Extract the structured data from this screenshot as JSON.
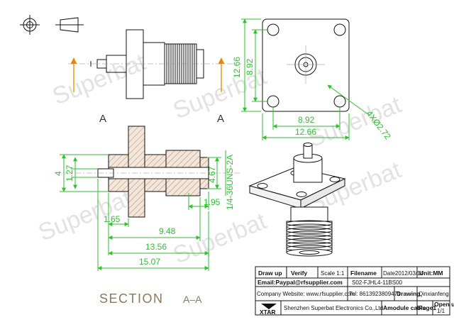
{
  "watermark": "Superbat",
  "section_markers": {
    "left": "A",
    "right": "A"
  },
  "section_title": "SECTION",
  "section_suffix": "A–A",
  "dimensions": {
    "flange_outer": "12.66",
    "hole_spacing": "8.92",
    "hole_callout": "4XØ2.72",
    "width_4": "4",
    "width_127": "1.27",
    "width_467": "4.67",
    "thread": "1/4-36UNS-2A",
    "len_195": "1.95",
    "len_165": "1.65",
    "len_948": "9.48",
    "len_1356": "13.56",
    "len_1507": "15.07"
  },
  "title_block": {
    "row1": [
      "Draw up",
      "Verify",
      "Scale 1:1",
      "Filename",
      "Date2012/03/14",
      "Unit:MM"
    ],
    "email": "Email:Paypal@rfsupplier.com",
    "part_no": "S02-FJHL4-11BS00",
    "website": "Company Website: www.rfsupplier.com",
    "tel": "Tel: 8613923809471",
    "drawing": "Drawing",
    "drafter": "Qinxianfeng",
    "logo": "XTAR",
    "company": "Shenzhen Superbat Electronics Co.,Ltd",
    "product": "Amodule cable",
    "page": "Page1",
    "open_up": "Open up",
    "page_count": "1/1"
  }
}
